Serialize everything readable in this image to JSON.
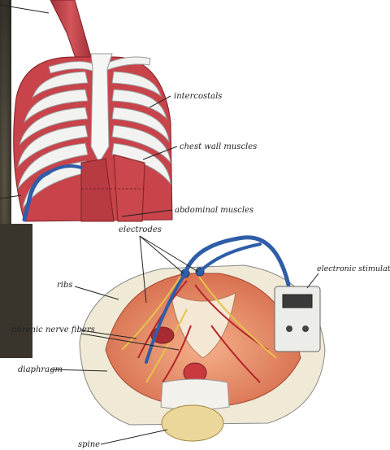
{
  "top_panel": {
    "labels": {
      "intercostals": "intercostals",
      "chest_wall_muscles": "chest wall muscles",
      "abdominal_muscles": "abdominal muscles"
    }
  },
  "bottom_panel": {
    "labels": {
      "electrodes": "electrodes",
      "electronic_stimulator": "electronic stimulator",
      "ribs": "ribs",
      "phrenic_nerve_fibers": "phrenic nerve fibers",
      "diaphragm": "diaphragm",
      "spine": "spine"
    }
  },
  "colors": {
    "muscle": "#c8434a",
    "muscle_dark": "#9d2a31",
    "bone": "#f2f2f0",
    "wire": "#2f5da8",
    "diaphragm": "#e98f6b",
    "nerve": "#e7c24a",
    "background_dark": "#2b2a26"
  }
}
